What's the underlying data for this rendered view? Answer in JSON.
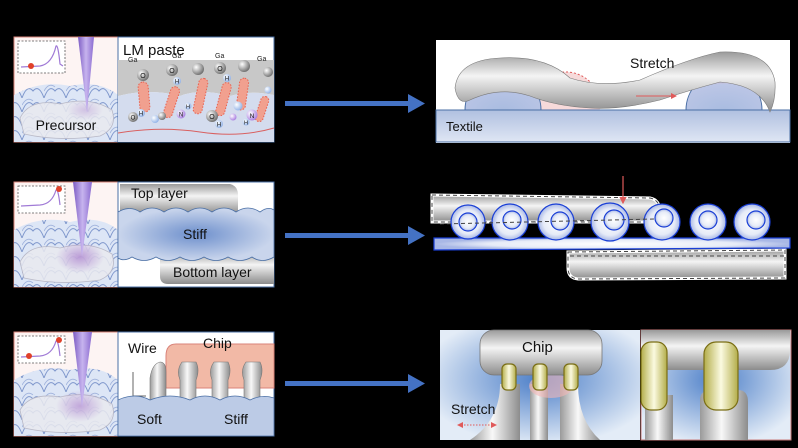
{
  "figure": {
    "rows": [
      {
        "id": "row-1",
        "left_panel": {
          "inset_plot_marker": "low",
          "label": "Precursor"
        },
        "mid_panel": {
          "title": "LM paste",
          "atoms": [
            "Ga",
            "Ga",
            "Ga",
            "Ga"
          ],
          "groups": [
            "O",
            "O",
            "O",
            "O",
            "H",
            "H",
            "H",
            "H",
            "H",
            "H",
            "N",
            "N",
            "H",
            "H"
          ]
        },
        "right_panel": {
          "labels": {
            "stretch": "Stretch",
            "substrate": "Textile"
          }
        }
      },
      {
        "id": "row-2",
        "left_panel": {
          "inset_plot_marker": "peak"
        },
        "mid_panel": {
          "labels": {
            "top": "Top layer",
            "middle": "Stiff",
            "bottom": "Bottom layer"
          }
        },
        "right_panel": {
          "labels": {}
        }
      },
      {
        "id": "row-3",
        "left_panel": {
          "inset_plot_marker": "low-and-peak"
        },
        "mid_panel": {
          "labels": {
            "wire": "Wire",
            "chip": "Chip",
            "soft": "Soft",
            "stiff": "Stiff"
          }
        },
        "right_panel": {
          "labels": {
            "chip": "Chip",
            "stretch": "Stretch"
          }
        }
      }
    ],
    "colors": {
      "arrow": "#4472c4",
      "needle": "#9b7fd4",
      "marker": "#e0412a",
      "panel_border": "#d9837a",
      "blue_border": "#4a6fa5",
      "textile_blue": "#b9c8e4",
      "loop_blue": "#1a3fd6",
      "bond_red": "#e8614f",
      "pad_olive": "#8a7d1e",
      "chip_pink": "#f2b9a6"
    }
  }
}
